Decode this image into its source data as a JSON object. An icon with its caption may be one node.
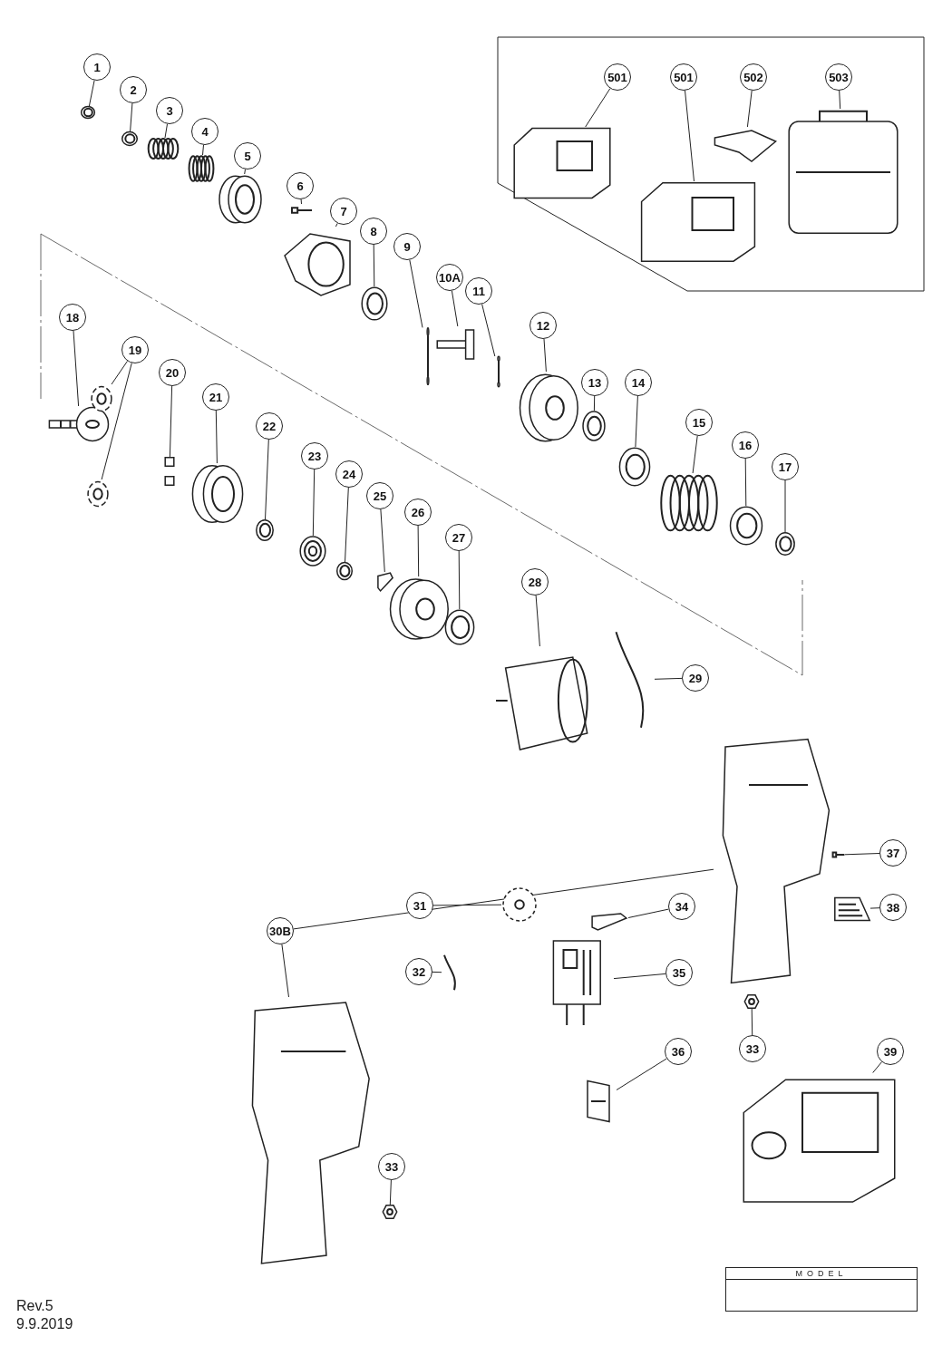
{
  "diagram": {
    "nodes": [
      {
        "text": [],
        "shape": "box"
      },
      {
        "text": [
          "501"
        ],
        "in": 0
      },
      {
        "text": [],
        "shape": "picture",
        "in": 0
      },
      {
        "text": [
          "501"
        ],
        "in": 0
      },
      {
        "text": [],
        "shape": "picture",
        "in": 0
      },
      {
        "text": [
          "502"
        ],
        "in": 0
      },
      {
        "text": [],
        "shape": "picture",
        "in": 0
      },
      {
        "text": [
          "503"
        ],
        "in": 0
      },
      {
        "text": [],
        "shape": "picture",
        "in": 0
      },
      {
        "text": [
          "1"
        ]
      },
      {
        "text": [],
        "shape": "picture"
      },
      {
        "text": [
          "2"
        ]
      },
      {
        "text": [],
        "shape": "picture"
      },
      {
        "text": [
          "3"
        ]
      },
      {
        "text": [],
        "shape": "picture"
      },
      {
        "text": [
          "4"
        ]
      },
      {
        "text": [],
        "shape": "picture"
      },
      {
        "text": [
          "5"
        ]
      },
      {
        "text": [],
        "shape": "picture"
      },
      {
        "text": [
          "6"
        ]
      },
      {
        "text": [],
        "shape": "picture"
      },
      {
        "text": [
          "7"
        ]
      },
      {
        "text": [],
        "shape": "picture"
      },
      {
        "text": [
          "8"
        ]
      },
      {
        "text": [],
        "shape": "picture"
      },
      {
        "text": [
          "9"
        ]
      },
      {
        "text": [],
        "shape": "picture"
      },
      {
        "text": [
          "10A"
        ]
      },
      {
        "text": [],
        "shape": "picture"
      },
      {
        "text": [
          "11"
        ]
      },
      {
        "text": [],
        "shape": "picture"
      },
      {
        "text": [
          "12"
        ]
      },
      {
        "text": [],
        "shape": "picture"
      },
      {
        "text": [
          "13"
        ]
      },
      {
        "text": [],
        "shape": "picture"
      },
      {
        "text": [
          "14"
        ]
      },
      {
        "text": [],
        "shape": "picture"
      },
      {
        "text": [
          "15"
        ]
      },
      {
        "text": [],
        "shape": "picture"
      },
      {
        "text": [
          "16"
        ]
      },
      {
        "text": [],
        "shape": "picture"
      },
      {
        "text": [
          "17"
        ]
      },
      {
        "text": [],
        "shape": "picture"
      },
      {
        "text": [
          "18"
        ]
      },
      {
        "text": [],
        "shape": "picture"
      },
      {
        "text": [
          "19"
        ]
      },
      {
        "text": [],
        "shape": "picture"
      },
      {
        "text": [],
        "shape": "picture"
      },
      {
        "text": [
          "20"
        ]
      },
      {
        "text": [],
        "shape": "picture"
      },
      {
        "text": [
          "21"
        ]
      },
      {
        "text": [],
        "shape": "picture"
      },
      {
        "text": [
          "22"
        ]
      },
      {
        "text": [],
        "shape": "picture"
      },
      {
        "text": [
          "23"
        ]
      },
      {
        "text": [],
        "shape": "picture"
      },
      {
        "text": [
          "24"
        ]
      },
      {
        "text": [],
        "shape": "picture"
      },
      {
        "text": [
          "25"
        ]
      },
      {
        "text": [],
        "shape": "picture"
      },
      {
        "text": [
          "26"
        ]
      },
      {
        "text": [],
        "shape": "picture"
      },
      {
        "text": [
          "27"
        ]
      },
      {
        "text": [],
        "shape": "picture"
      },
      {
        "text": [
          "28"
        ]
      },
      {
        "text": [],
        "shape": "picture"
      },
      {
        "text": [
          "29"
        ]
      },
      {
        "text": [],
        "shape": "picture"
      },
      {
        "text": [
          "30B"
        ]
      },
      {
        "text": [],
        "shape": "picture"
      },
      {
        "text": [],
        "shape": "picture"
      },
      {
        "text": [
          "31"
        ]
      },
      {
        "text": [],
        "shape": "picture"
      },
      {
        "text": [
          "32"
        ]
      },
      {
        "text": [],
        "shape": "picture"
      },
      {
        "text": [
          "34"
        ]
      },
      {
        "text": [],
        "shape": "picture"
      },
      {
        "text": [
          "35"
        ]
      },
      {
        "text": [],
        "shape": "picture"
      },
      {
        "text": [
          "36"
        ]
      },
      {
        "text": [],
        "shape": "picture"
      },
      {
        "text": [
          "37"
        ]
      },
      {
        "text": [],
        "shape": "picture"
      },
      {
        "text": [
          "38"
        ]
      },
      {
        "text": [],
        "shape": "picture"
      },
      {
        "text": [
          "33"
        ]
      },
      {
        "text": [],
        "shape": "picture"
      },
      {
        "text": [
          "39"
        ]
      },
      {
        "text": [],
        "shape": "picture"
      },
      {
        "text": [
          "33"
        ]
      },
      {
        "text": [],
        "shape": "picture"
      }
    ],
    "edges": [
      {
        "from": 1,
        "to": 2,
        "arrow": "none"
      },
      {
        "from": 3,
        "to": 4,
        "arrow": "none"
      },
      {
        "from": 5,
        "to": 6,
        "arrow": "none"
      },
      {
        "from": 7,
        "to": 8,
        "arrow": "none"
      },
      {
        "from": 9,
        "to": 10,
        "arrow": "none"
      },
      {
        "from": 11,
        "to": 12,
        "arrow": "none"
      },
      {
        "from": 13,
        "to": 14,
        "arrow": "none"
      },
      {
        "from": 15,
        "to": 16,
        "arrow": "none"
      },
      {
        "from": 17,
        "to": 18,
        "arrow": "none"
      },
      {
        "from": 19,
        "to": 20,
        "arrow": "none"
      },
      {
        "from": 21,
        "to": 22,
        "arrow": "none"
      },
      {
        "from": 23,
        "to": 24,
        "arrow": "none"
      },
      {
        "from": 25,
        "to": 26,
        "arrow": "none"
      },
      {
        "from": 27,
        "to": 28,
        "arrow": "none"
      },
      {
        "from": 29,
        "to": 30,
        "arrow": "none"
      },
      {
        "from": 31,
        "to": 32,
        "arrow": "none"
      },
      {
        "from": 33,
        "to": 34,
        "arrow": "none"
      },
      {
        "from": 35,
        "to": 36,
        "arrow": "none"
      },
      {
        "from": 37,
        "to": 38,
        "arrow": "none"
      },
      {
        "from": 39,
        "to": 40,
        "arrow": "none"
      },
      {
        "from": 41,
        "to": 42,
        "arrow": "none"
      },
      {
        "from": 43,
        "to": 44,
        "arrow": "none"
      },
      {
        "from": 45,
        "to": 46,
        "arrow": "none"
      },
      {
        "from": 45,
        "to": 47,
        "arrow": "none"
      },
      {
        "from": 48,
        "to": 49,
        "arrow": "none"
      },
      {
        "from": 50,
        "to": 51,
        "arrow": "none"
      },
      {
        "from": 52,
        "to": 53,
        "arrow": "none"
      },
      {
        "from": 54,
        "to": 55,
        "arrow": "none"
      },
      {
        "from": 56,
        "to": 57,
        "arrow": "none"
      },
      {
        "from": 58,
        "to": 59,
        "arrow": "none"
      },
      {
        "from": 60,
        "to": 61,
        "arrow": "none"
      },
      {
        "from": 62,
        "to": 63,
        "arrow": "none"
      },
      {
        "from": 64,
        "to": 65,
        "arrow": "none"
      },
      {
        "from": 66,
        "to": 67,
        "arrow": "none"
      },
      {
        "from": 68,
        "to": 69,
        "arrow": "none"
      },
      {
        "from": 68,
        "to": 70,
        "arrow": "none"
      },
      {
        "from": 71,
        "to": 72,
        "arrow": "none"
      },
      {
        "from": 73,
        "to": 74,
        "arrow": "none"
      },
      {
        "from": 75,
        "to": 76,
        "arrow": "none"
      },
      {
        "from": 77,
        "to": 78,
        "arrow": "none"
      },
      {
        "from": 79,
        "to": 80,
        "arrow": "none"
      },
      {
        "from": 81,
        "to": 82,
        "arrow": "none"
      },
      {
        "from": 83,
        "to": 84,
        "arrow": "none"
      },
      {
        "from": 85,
        "to": 86,
        "arrow": "none"
      },
      {
        "from": 87,
        "to": 88,
        "arrow": "none"
      },
      {
        "from": 89,
        "to": 90,
        "arrow": "none"
      }
    ],
    "labels": [
      "MODEL",
      "Rev.5",
      "9.9.2019"
    ]
  }
}
